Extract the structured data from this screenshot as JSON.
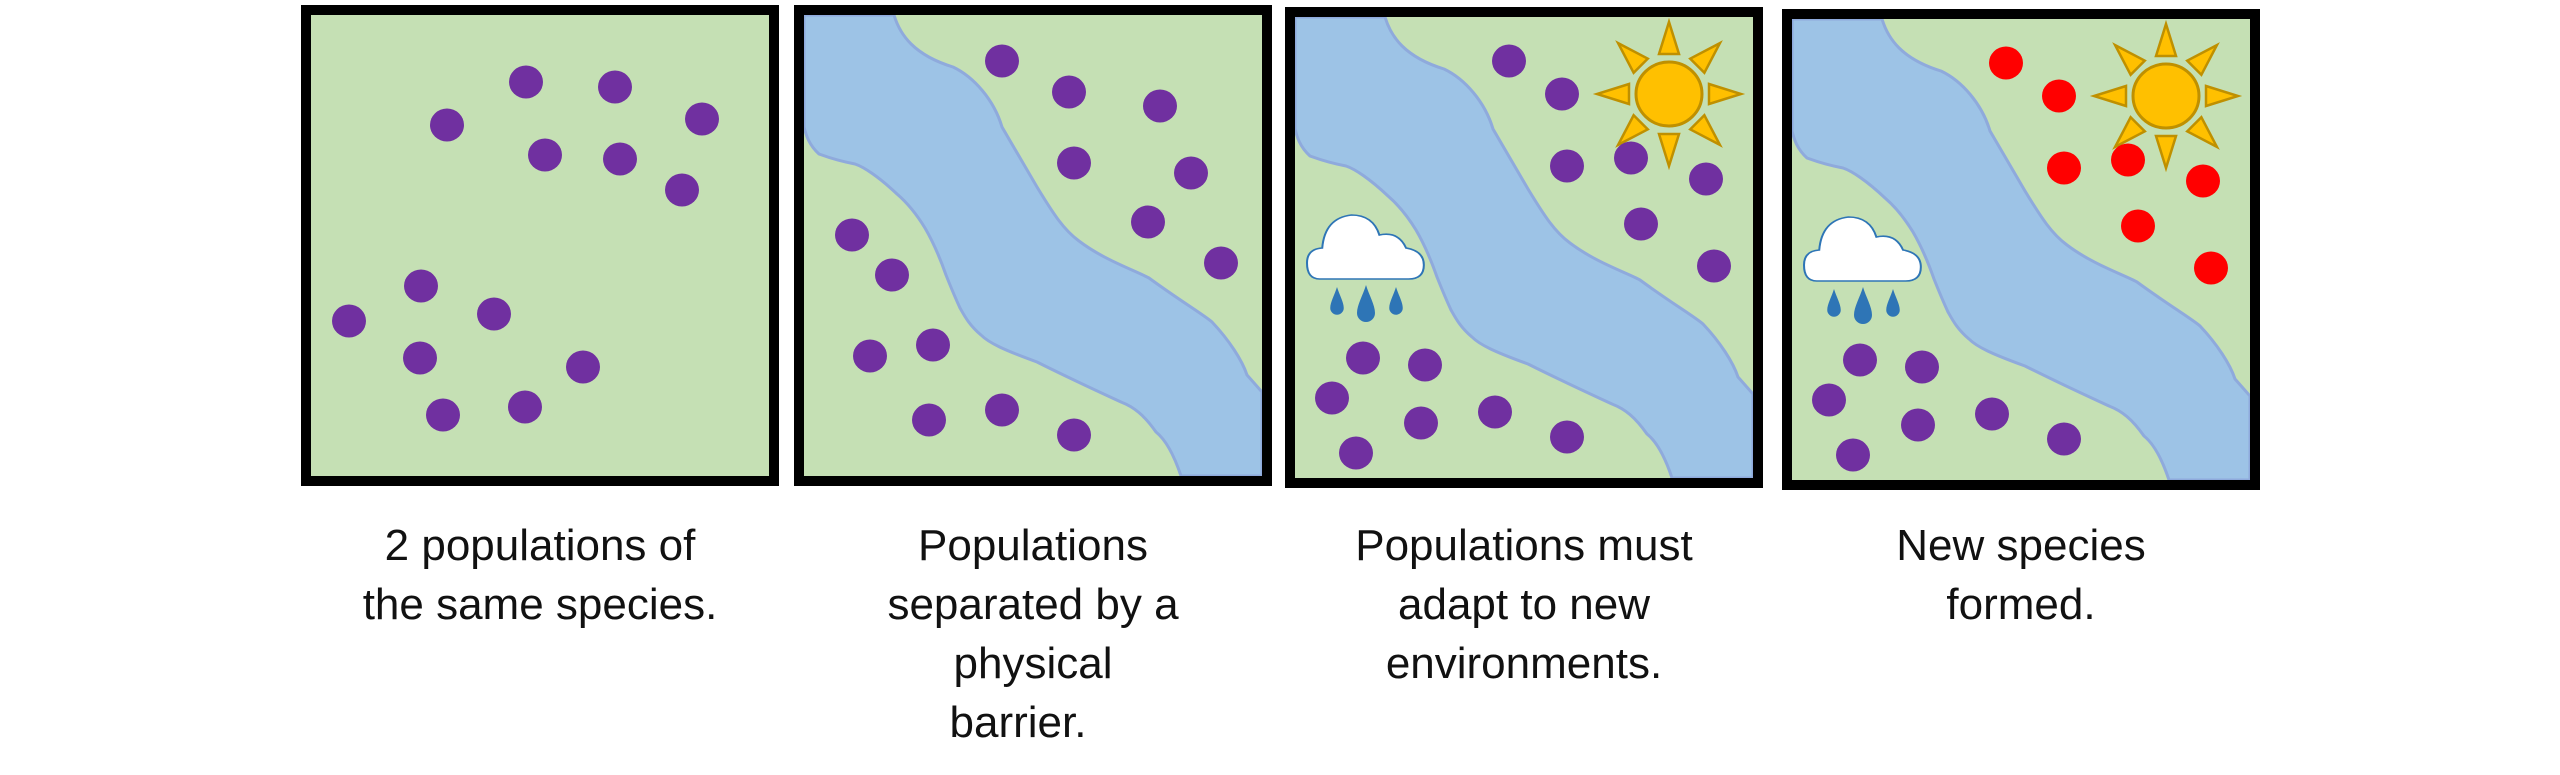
{
  "colors": {
    "land": "#C5E0B4",
    "river": "#9DC3E6",
    "river_edge": "#8FAADC",
    "population_original": "#7030A0",
    "population_new_species": "#FF0000",
    "sun_fill": "#FFC000",
    "sun_stroke": "#BF9000",
    "rain": "#2E75B6",
    "cloud_fill": "#FFFFFF"
  },
  "panels": [
    {
      "caption_lines": [
        "2 populations of",
        "the same species."
      ],
      "river": false,
      "weather": false
    },
    {
      "caption_lines": [
        "Populations",
        "separated by a",
        "physical",
        "barrier."
      ],
      "river": true,
      "weather": false
    },
    {
      "caption_lines": [
        "Populations must",
        "adapt to new",
        "environments."
      ],
      "river": true,
      "weather": true,
      "upper_population": "original"
    },
    {
      "caption_lines": [
        "New species",
        "formed."
      ],
      "river": true,
      "weather": true,
      "upper_population": "new_species"
    }
  ],
  "icons": [
    "sun-icon",
    "rain-cloud-icon",
    "organism-dot"
  ]
}
